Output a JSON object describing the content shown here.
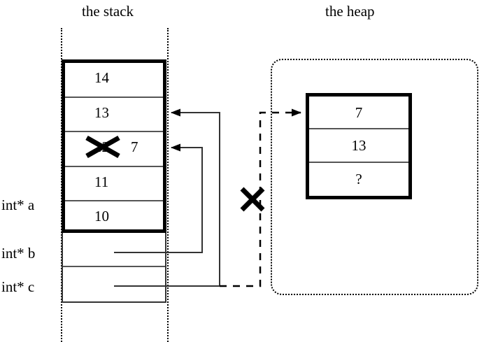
{
  "titles": {
    "stack": "the stack",
    "heap": "the heap"
  },
  "stack": {
    "frame_cells": [
      {
        "value": "14",
        "struck": false,
        "note": ""
      },
      {
        "value": "13",
        "struck": false,
        "note": ""
      },
      {
        "value": "12",
        "struck": true,
        "note": "7"
      },
      {
        "value": "11",
        "struck": false,
        "note": ""
      },
      {
        "value": "10",
        "struck": false,
        "note": ""
      }
    ],
    "variables": [
      {
        "label": "int* a",
        "target": "stack-cell-10"
      },
      {
        "label": "int* b",
        "target": "stack-cell-12-7"
      },
      {
        "label": "int* c",
        "target": "heap-block"
      }
    ]
  },
  "heap": {
    "block_cells": [
      "7",
      "13",
      "?"
    ]
  },
  "annotations": {
    "overwritten_value": "7",
    "old_value": "12",
    "unknown_value": "?",
    "invalidated_marker": "X"
  },
  "colors": {
    "ink": "#000000",
    "paper": "#ffffff",
    "rule": "#555555"
  }
}
